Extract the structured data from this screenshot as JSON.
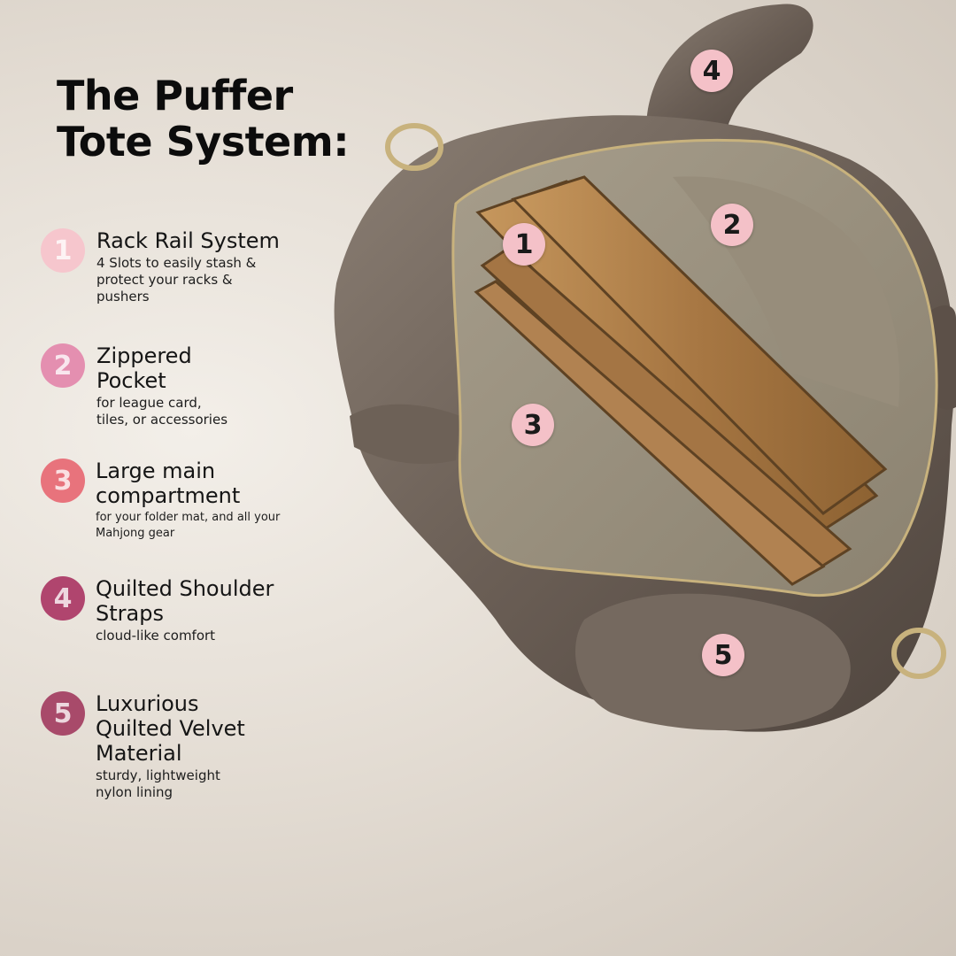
{
  "title": "The Puffer\nTote System:",
  "features": [
    {
      "number": "1",
      "heading": "Rack Rail System",
      "description": "4 Slots to easily stash &\nprotect your racks &\npushers",
      "badge_color": "#f6c6cd"
    },
    {
      "number": "2",
      "heading": "Zippered\nPocket",
      "description": "for league card,\ntiles, or accessories",
      "badge_color": "#e48fb0"
    },
    {
      "number": "3",
      "heading": "Large main\ncompartment",
      "description": "for your folder mat, and all your\nMahjong gear",
      "badge_color": "#e8737c"
    },
    {
      "number": "4",
      "heading": "Quilted Shoulder\nStraps",
      "description": "cloud-like comfort",
      "badge_color": "#b0456e"
    },
    {
      "number": "5",
      "heading": "Luxurious\nQuilted Velvet\nMaterial",
      "description": "sturdy, lightweight\nnylon lining",
      "badge_color": "#a84a6a"
    }
  ],
  "photo_markers": [
    "4",
    "1",
    "2",
    "3",
    "5"
  ],
  "colors": {
    "marker_fill": "#f4c1c8",
    "velvet": "#6e6258",
    "lining": "#9d9381",
    "wood": "#b98850"
  }
}
